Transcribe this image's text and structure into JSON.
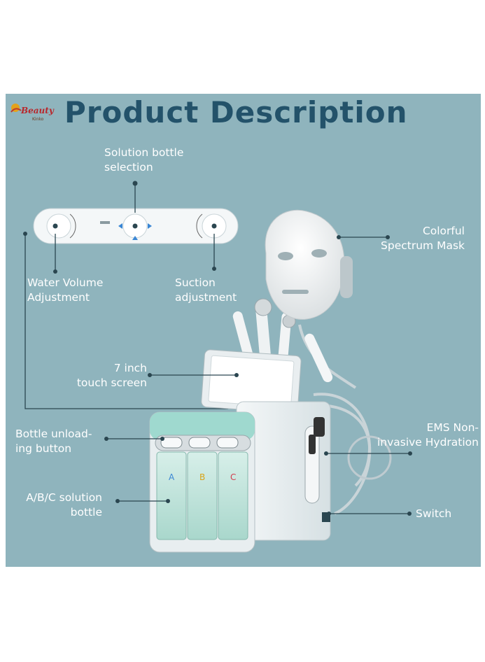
{
  "title": "Product Description",
  "logo": {
    "text": "Beauty",
    "subtext": "Kinko"
  },
  "labels": {
    "solution_bottle_selection": [
      "Solution bottle",
      "selection"
    ],
    "water_volume": [
      "Water Volume",
      "Adjustment"
    ],
    "suction": [
      "Suction",
      "adjustment"
    ],
    "mask": [
      "Colorful",
      "Spectrum Mask"
    ],
    "touch_screen": [
      "7 inch",
      "touch screen"
    ],
    "bottle_unloading": [
      "Bottle unload-",
      "ing button"
    ],
    "ems": [
      "EMS Non-",
      "invasive Hydration"
    ],
    "abc_bottle": [
      "A/B/C solution",
      "bottle"
    ],
    "switch": "Switch"
  },
  "bottles": [
    "A",
    "B",
    "C"
  ],
  "colors": {
    "panel": "#8fb4bd",
    "title": "#23526a",
    "machine_teal": "#9fd9cf",
    "label": "#ffffff"
  }
}
